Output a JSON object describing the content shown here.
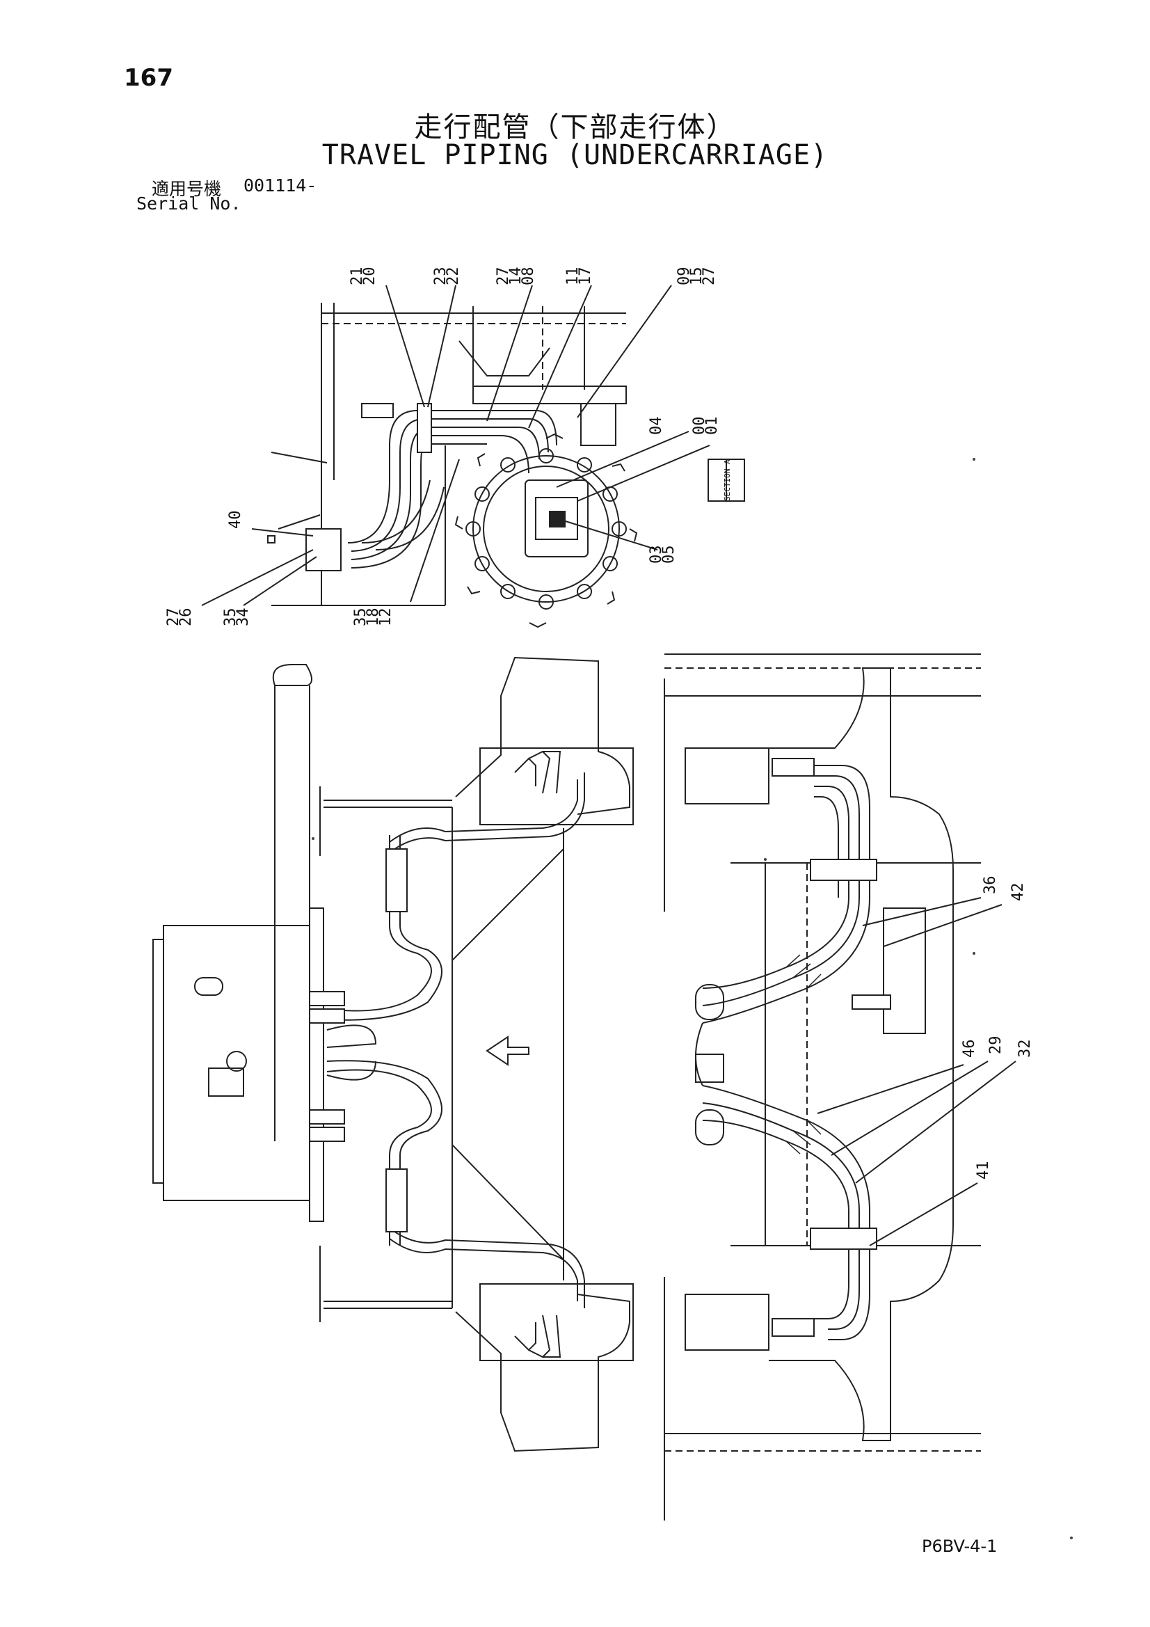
{
  "page_number": "167",
  "title_jp": "走行配管（下部走行体）",
  "title_en": "TRAVEL PIPING (UNDERCARRIAGE)",
  "serial": {
    "label_jp": "適用号機",
    "value": "001114-",
    "label_en": "Serial No."
  },
  "doc_code": "P6BV-4-1",
  "section_label": "SECTION A",
  "top_callouts": [
    {
      "id": "c-21-20",
      "label": "21\n20"
    },
    {
      "id": "c-23-22",
      "label": "23\n22"
    },
    {
      "id": "c-27-14-08",
      "label": "27\n14\n08"
    },
    {
      "id": "c-11-17",
      "label": "11\n17"
    },
    {
      "id": "c-09-15-27",
      "label": "09\n15\n27"
    },
    {
      "id": "c-04",
      "label": "04"
    },
    {
      "id": "c-00-01",
      "label": "00\n01"
    },
    {
      "id": "c-40",
      "label": "40"
    },
    {
      "id": "c-03-05",
      "label": "03\n05"
    },
    {
      "id": "c-27-26",
      "label": "27\n26"
    },
    {
      "id": "c-35-34",
      "label": "35\n34"
    },
    {
      "id": "c-35-18-12",
      "label": "35\n18\n12"
    }
  ],
  "right_callouts": [
    {
      "id": "c-36",
      "label": "36"
    },
    {
      "id": "c-42",
      "label": "42"
    },
    {
      "id": "c-46",
      "label": "46"
    },
    {
      "id": "c-29",
      "label": "29"
    },
    {
      "id": "c-32",
      "label": "32"
    },
    {
      "id": "c-41",
      "label": "41"
    }
  ]
}
